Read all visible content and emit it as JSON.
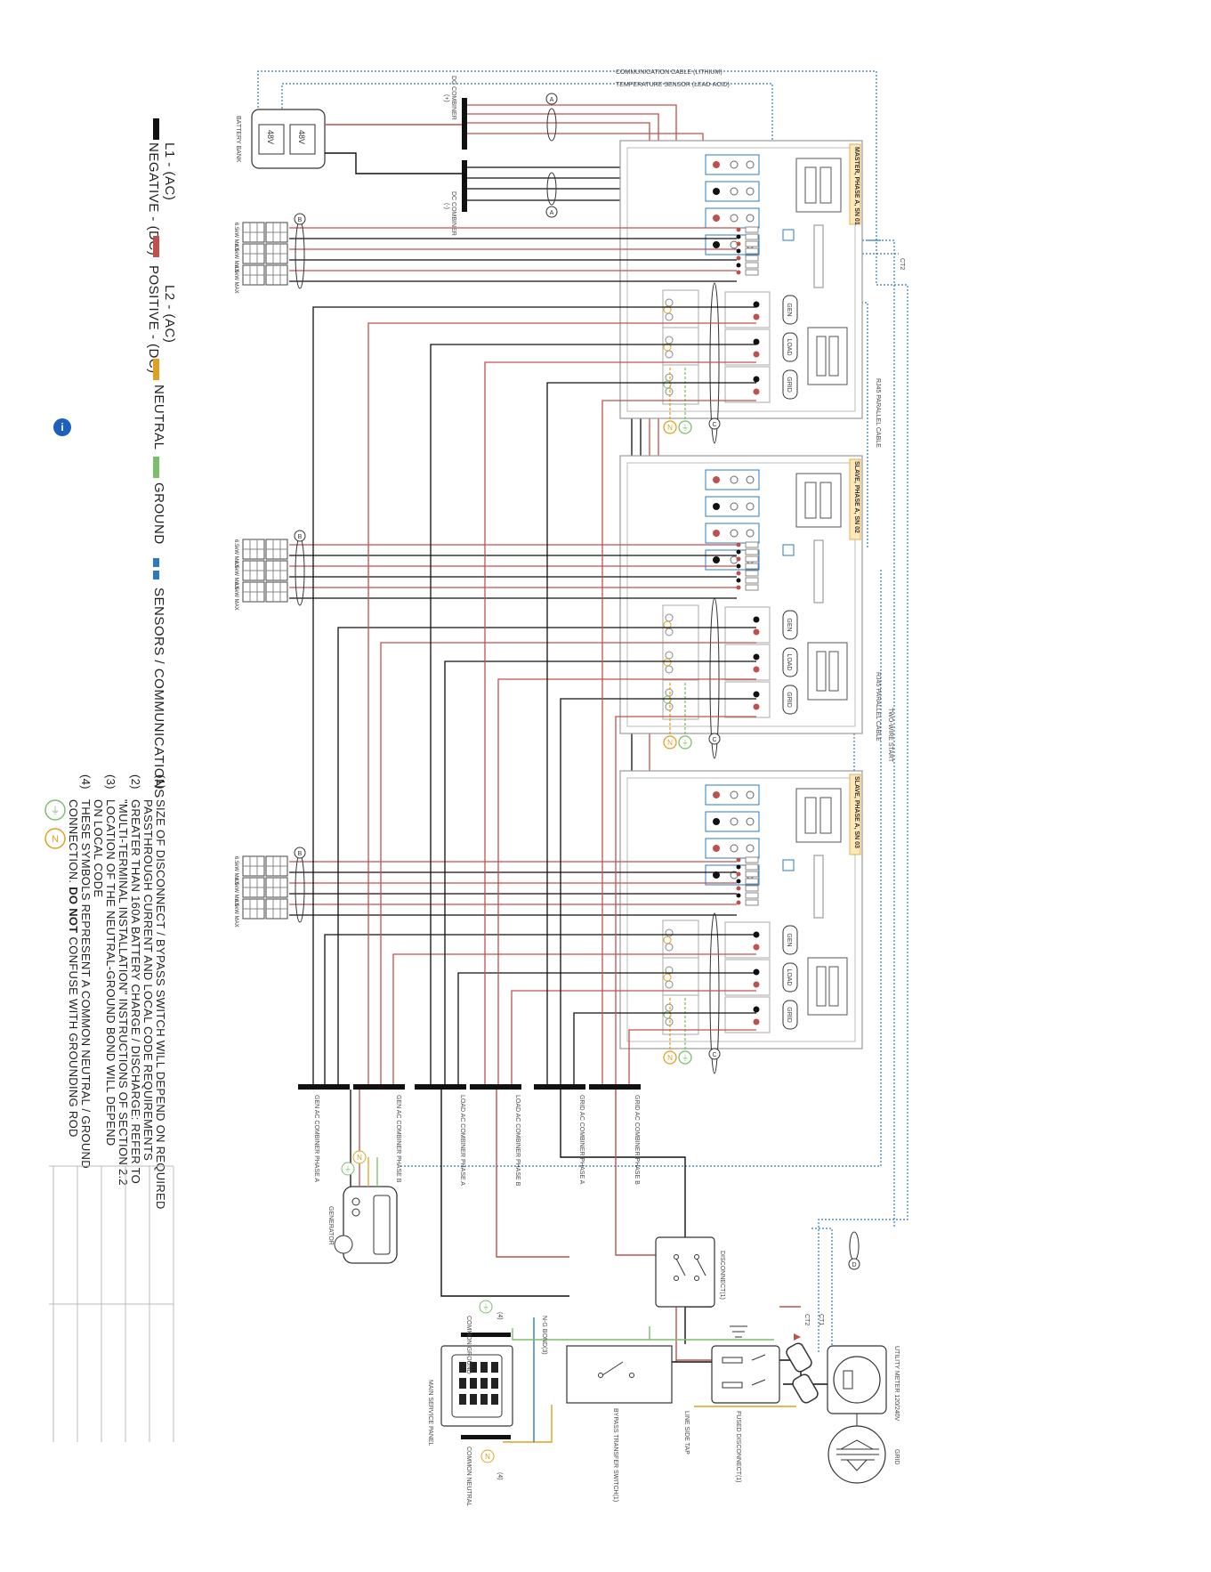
{
  "legend": {
    "l1_line1": "L1 - (AC)",
    "l1_line2": "NEGATIVE - (DC)",
    "l2_line1": "L2 - (AC)",
    "l2_line2": "POSITIVE - (DC)",
    "neutral": "NEUTRAL",
    "ground": "GROUND",
    "sensors": "SENSORS / COMMUNICATIONS"
  },
  "notes": {
    "n1_num": "(1)",
    "n1_line1": "SIZE OF DISCONNECT / BYPASS SWITCH WILL DEPEND ON REQUIRED",
    "n1_line2": "PASSTHROUGH CURRENT AND LOCAL CODE REQUIREMENTS",
    "n2_num": "(2)",
    "n2_line1": "GREATER THAN 160A BATTERY CHARGE / DISCHARGE: REFER TO",
    "n2_line2": "\"MULTI-TERMINAL INSTALLATION\" INSTRUCTIONS OF SECTION 2.2",
    "n3_num": "(3)",
    "n3_line1": "LOCATION OF THE NEUTRAL-GROUND BOND WILL DEPEND",
    "n3_line2": "ON LOCAL CODE",
    "n4_num": "(4)",
    "n4_line1": "THESE SYMBOLS REPRESENT A COMMON NEUTRAL / GROUND",
    "n4_line2a": "CONNECTION. ",
    "n4_line2b": "DO NOT",
    "n4_line2c": " CONFUSE WITH GROUNDING ROD"
  },
  "symbols": {
    "neutral": "N",
    "ground": "⏚",
    "marker_a": "A",
    "marker_b": "B",
    "marker_c": "C",
    "marker_d": "D"
  },
  "diagram": {
    "comm_cable": "COMMUNICATION CABLE (LITHIUM)",
    "temp_sensor": "TEMPERATURE SENSOR (LEAD-ACID)",
    "battery_bank": "BATTERY BANK",
    "battery_1": "48V",
    "battery_2": "48V",
    "dc_combiner_pos": "DC COMBINER",
    "dc_combiner_pos_sign": "(+)",
    "dc_combiner_neg": "DC COMBINER",
    "dc_combiner_neg_sign": "(-)",
    "pv_label_1": "6.5kW MAX",
    "pv_label_2": "6.5kW MAX",
    "pv_label_3": "6.5kW MAX",
    "inverter_1": "MASTER, PHASE A, SN 01",
    "inverter_2": "SLAVE, PHASE A, SN 02",
    "inverter_3": "SLAVE, PHASE A, SN 03",
    "gen": "GEN",
    "load": "LOAD",
    "grid": "GRID",
    "rj45_1": "RJ45 PARALLEL CABLE",
    "rj45_2": "RJ45 PARALLEL CABLE",
    "two_wire": "TWO-WIRE START",
    "ct1": "CT1",
    "ct2": "CT2",
    "gen_comb_a": "GEN AC COMBINER PHASE A",
    "gen_comb_b": "GEN AC COMBINER PHASE B",
    "load_comb_a": "LOAD AC COMBINER PHASE A",
    "load_comb_b": "LOAD AC COMBINER PHASE B",
    "grid_comb_a": "GRID AC COMBINER PHASE A",
    "grid_comb_b": "GRID AC COMBINER PHASE B",
    "generator": "GENERATOR",
    "disconnect": "DISCONNECT(1)",
    "bypass": "BYPASS TRANSFER SWITCH(1)",
    "line_side_tap": "LINE SIDE TAP",
    "fused_disconnect": "FUSED DISCONNECT(1)",
    "utility_meter": "UTILITY METER 120/240V",
    "grid_label": "GRID",
    "main_panel": "MAIN SERVICE PANEL",
    "ng_bond": "N-G BOND(3)",
    "common_ground": "COMMON GROUND",
    "common_neutral": "COMMON NEUTRAL",
    "note4_tag": "(4)"
  },
  "colors": {
    "l1": "#111111",
    "l2": "#c0504d",
    "neutral": "#e0a020",
    "ground": "#7cbf6a",
    "comm": "#2b7bc0"
  }
}
